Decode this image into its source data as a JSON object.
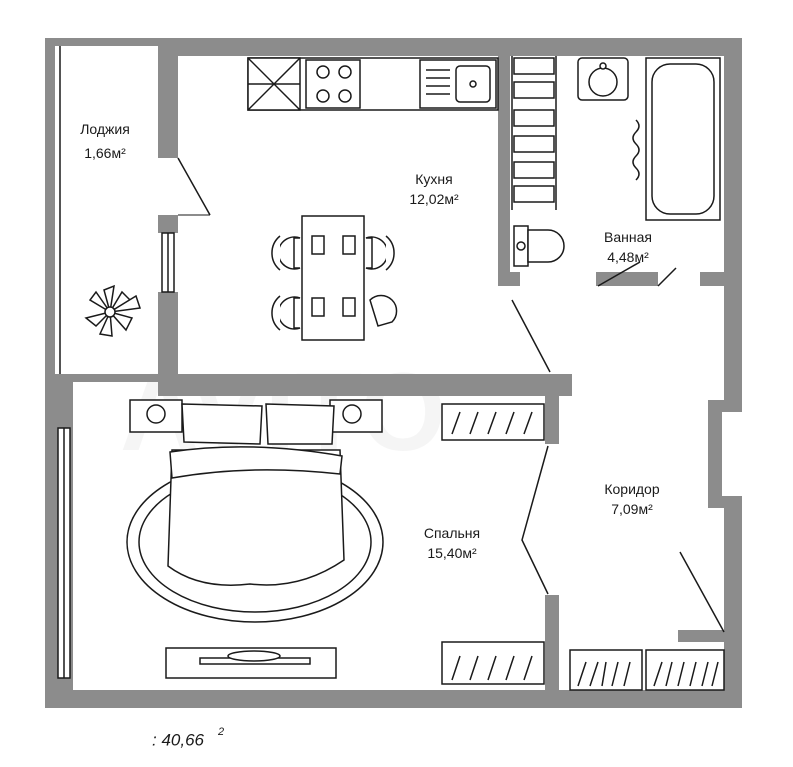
{
  "rooms": {
    "loggia": {
      "name": "Лоджия",
      "area": "1,66м²"
    },
    "kitchen": {
      "name": "Кухня",
      "area": "12,02м²"
    },
    "bathroom": {
      "name": "Ванная",
      "area": "4,48м²"
    },
    "corridor": {
      "name": "Коридор",
      "area": "7,09м²"
    },
    "bedroom": {
      "name": "Спальня",
      "area": "15,40м²"
    }
  },
  "total": {
    "prefix": ":",
    "value": "40,66",
    "unit_power": "2"
  },
  "colors": {
    "wall": "#8c8c8c",
    "line": "#1a1a1a",
    "background": "#ffffff"
  }
}
